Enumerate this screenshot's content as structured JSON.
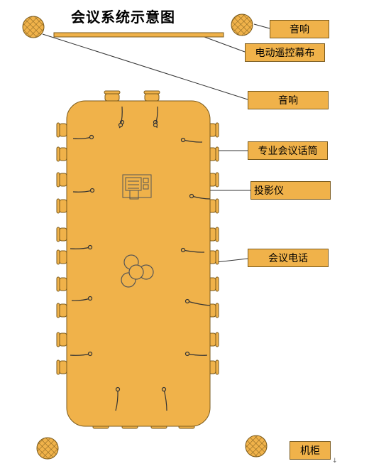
{
  "title": "会议系统示意图",
  "labels": {
    "speaker_top": "音响",
    "screen": "电动遥控幕布",
    "speaker_left": "音响",
    "microphone": "专业会议话筒",
    "projector": "投影仪",
    "conference_phone": "会议电话",
    "cabinet": "机柜"
  },
  "colors": {
    "fill": "#f0b24a",
    "stroke": "#7a5a1c",
    "line": "#333333"
  }
}
